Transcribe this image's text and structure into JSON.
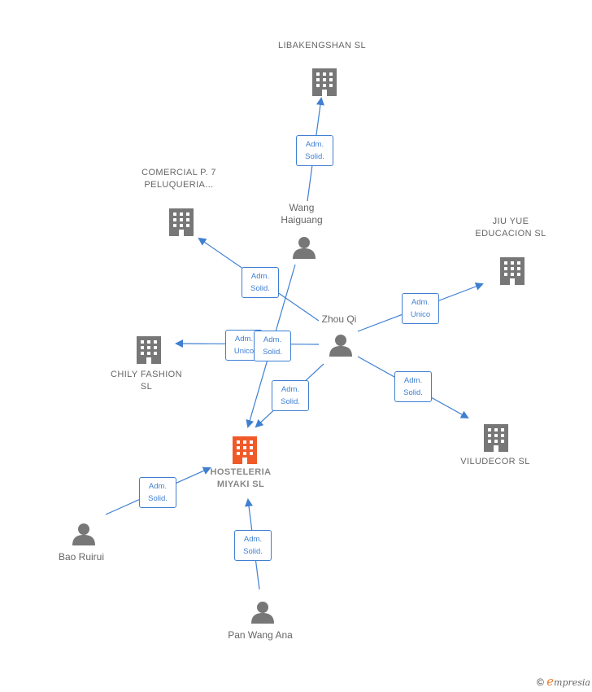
{
  "companies": {
    "libakengshan": "LIBAKENGSHAN SL",
    "comercial": "COMERCIAL P. 7 PELUQUERIA...",
    "jiuyue": "JIU YUE EDUCACION SL",
    "chily": "CHILY FASHION SL",
    "viludecor": "VILUDECOR SL",
    "hosteleria": "HOSTELERIA MIYAKI SL"
  },
  "people": {
    "wang": "Wang Haiguang",
    "zhou": "Zhou Qi",
    "bao": "Bao Ruirui",
    "pan": "Pan Wang Ana"
  },
  "relations": {
    "adm_solid_1": "Adm.",
    "adm_solid_2": "Solid.",
    "adm_unico_1": "Adm.",
    "adm_unico_2": "Unico"
  },
  "colors": {
    "edge": "#3f7fd2",
    "building": "#777777",
    "building_main": "#f05a28",
    "person": "#777777"
  },
  "footer": {
    "copyright": "©",
    "brand_initial": "e",
    "brand": "mpresia"
  }
}
